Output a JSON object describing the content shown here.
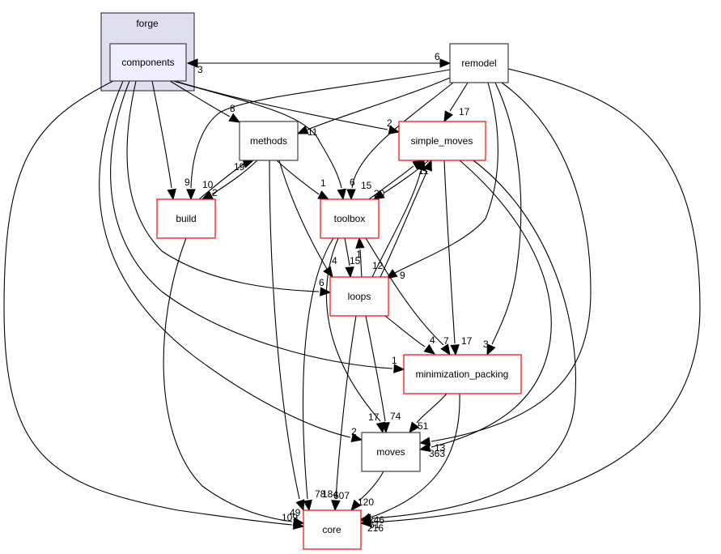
{
  "cluster": {
    "label": "forge",
    "fill": "#dfdfef",
    "stroke": "#404040"
  },
  "colors": {
    "normal_border": "#000000",
    "incomplete_border": "#ff0000",
    "highlight_fill": "#eeeeff",
    "node_fill": "#ffffff"
  },
  "nodes": {
    "components": {
      "label": "components",
      "style": "highlight"
    },
    "remodel": {
      "label": "remodel",
      "style": "normal"
    },
    "methods": {
      "label": "methods",
      "style": "normal"
    },
    "simple_moves": {
      "label": "simple_moves",
      "style": "red"
    },
    "build": {
      "label": "build",
      "style": "red"
    },
    "toolbox": {
      "label": "toolbox",
      "style": "red"
    },
    "loops": {
      "label": "loops",
      "style": "red"
    },
    "minimization_packing": {
      "label": "minimization_packing",
      "style": "red"
    },
    "moves": {
      "label": "moves",
      "style": "normal"
    },
    "core": {
      "label": "core",
      "style": "red"
    }
  },
  "edges": [
    {
      "id": "remodel-components",
      "from": "remodel",
      "to": "components",
      "label": "3"
    },
    {
      "id": "components-remodel",
      "from": "components",
      "to": "remodel",
      "label": "6"
    },
    {
      "id": "components-methods",
      "from": "components",
      "to": "methods",
      "label": "8"
    },
    {
      "id": "components-build",
      "from": "components",
      "to": "build",
      "label": "9"
    },
    {
      "id": "components-simple_moves",
      "from": "components",
      "to": "simple_moves",
      "label": "2"
    },
    {
      "id": "components-toolbox",
      "from": "components",
      "to": "toolbox",
      "label": "6"
    },
    {
      "id": "components-loops",
      "from": "components",
      "to": "loops",
      "label": "6"
    },
    {
      "id": "components-minimization_packing",
      "from": "components",
      "to": "minimization_packing",
      "label": "1"
    },
    {
      "id": "components-moves",
      "from": "components",
      "to": "moves",
      "label": "2"
    },
    {
      "id": "components-core",
      "from": "components",
      "to": "core",
      "label": "49"
    },
    {
      "id": "remodel-methods",
      "from": "remodel",
      "to": "methods",
      "label": "11"
    },
    {
      "id": "remodel-simple_moves",
      "from": "remodel",
      "to": "simple_moves",
      "label": "17"
    },
    {
      "id": "remodel-build",
      "from": "remodel",
      "to": "build",
      "label": "10"
    },
    {
      "id": "remodel-toolbox",
      "from": "remodel",
      "to": "toolbox",
      "label": "15"
    },
    {
      "id": "remodel-loops",
      "from": "remodel",
      "to": "loops",
      "label": "9"
    },
    {
      "id": "remodel-minimization_packing",
      "from": "remodel",
      "to": "minimization_packing",
      "label": "3"
    },
    {
      "id": "remodel-moves",
      "from": "remodel",
      "to": "moves",
      "label": "13"
    },
    {
      "id": "remodel-core",
      "from": "remodel",
      "to": "core",
      "label": "61"
    },
    {
      "id": "methods-build",
      "from": "methods",
      "to": "build",
      "label": "2"
    },
    {
      "id": "build-methods",
      "from": "build",
      "to": "methods",
      "label": "19"
    },
    {
      "id": "methods-toolbox",
      "from": "methods",
      "to": "toolbox",
      "label": "1"
    },
    {
      "id": "methods-loops",
      "from": "methods",
      "to": "loops",
      "label": "4"
    },
    {
      "id": "methods-core",
      "from": "methods",
      "to": "core",
      "label": "78"
    },
    {
      "id": "simple_moves-toolbox",
      "from": "simple_moves",
      "to": "toolbox",
      "label": "20"
    },
    {
      "id": "toolbox-simple_moves",
      "from": "toolbox",
      "to": "simple_moves",
      "label": "3"
    },
    {
      "id": "loops-simple_moves",
      "from": "loops",
      "to": "simple_moves",
      "label": "11"
    },
    {
      "id": "simple_moves-minimization_packing",
      "from": "simple_moves",
      "to": "minimization_packing",
      "label": "17"
    },
    {
      "id": "simple_moves-moves",
      "from": "simple_moves",
      "to": "moves",
      "label": "363"
    },
    {
      "id": "simple_moves-core",
      "from": "simple_moves",
      "to": "core",
      "label": "246"
    },
    {
      "id": "build-core",
      "from": "build",
      "to": "core",
      "label": "109"
    },
    {
      "id": "toolbox-loops",
      "from": "toolbox",
      "to": "loops",
      "label": "15"
    },
    {
      "id": "loops-toolbox",
      "from": "loops",
      "to": "toolbox",
      "label": "1"
    },
    {
      "id": "toolbox-minimization_packing",
      "from": "toolbox",
      "to": "minimization_packing",
      "label": "7"
    },
    {
      "id": "toolbox-moves",
      "from": "toolbox",
      "to": "moves",
      "label": "17"
    },
    {
      "id": "toolbox-core",
      "from": "toolbox",
      "to": "core",
      "label": "184"
    },
    {
      "id": "loops-minimization_packing",
      "from": "loops",
      "to": "minimization_packing",
      "label": "4"
    },
    {
      "id": "loops-moves",
      "from": "loops",
      "to": "moves",
      "label": "74"
    },
    {
      "id": "loops-core",
      "from": "loops",
      "to": "core",
      "label": "607"
    },
    {
      "id": "loops-simple_moves-12",
      "from": "loops",
      "to": "simple_moves",
      "label": "12"
    },
    {
      "id": "minimization_packing-moves",
      "from": "minimization_packing",
      "to": "moves",
      "label": "51"
    },
    {
      "id": "minimization_packing-core",
      "from": "minimization_packing",
      "to": "core",
      "label": "216"
    },
    {
      "id": "moves-core",
      "from": "moves",
      "to": "core",
      "label": "120"
    }
  ]
}
